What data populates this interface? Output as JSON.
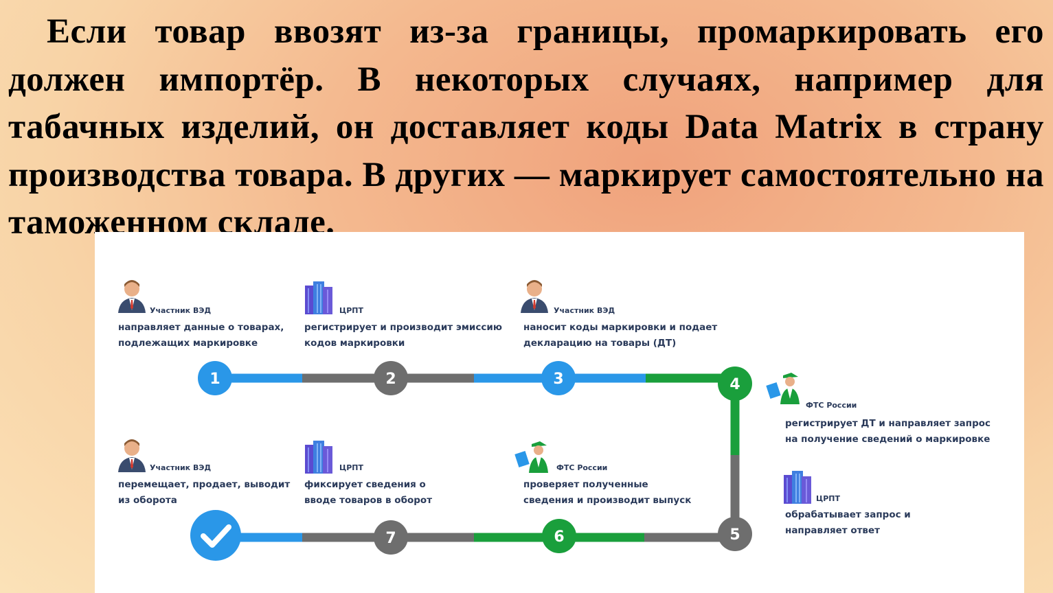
{
  "slide": {
    "paragraph": "Если товар ввозят из-за границы, промаркировать его должен импортёр. В некоторых случаях, например для табачных изделий, он доставляет коды Data Matrix в страну производства товара. В других — маркирует самостоятельно на таможенном складе."
  },
  "diagram": {
    "colors": {
      "blue": "#2a97e8",
      "gray": "#6e6e6e",
      "green": "#1a9f3c",
      "text": "#2a3a5a"
    },
    "steps": [
      {
        "number": "1",
        "color": "blue",
        "role": "Участник ВЭД",
        "icon": "person-icon",
        "text": "направляет данные о товарах,\nподлежащих маркировке"
      },
      {
        "number": "2",
        "color": "gray",
        "role": "ЦРПТ",
        "icon": "building-icon",
        "text": "регистрирует и производит эмиссию\nкодов маркировки"
      },
      {
        "number": "3",
        "color": "blue",
        "role": "Участник ВЭД",
        "icon": "person-icon",
        "text": "наносит коды маркировки и подает\nдекларацию на товары (ДТ)"
      },
      {
        "number": "4",
        "color": "green",
        "role": "ФТС России",
        "icon": "customs-officer-icon",
        "text": "регистрирует ДТ и направляет запрос\nна получение сведений о маркировке"
      },
      {
        "number": "5",
        "color": "gray",
        "role": "ЦРПТ",
        "icon": "building-icon",
        "text": "обрабатывает запрос и\nнаправляет ответ"
      },
      {
        "number": "6",
        "color": "green",
        "role": "ФТС России",
        "icon": "customs-officer-icon",
        "text": "проверяет полученные\nсведения и производит выпуск"
      },
      {
        "number": "7",
        "color": "gray",
        "role": "ЦРПТ",
        "icon": "building-icon",
        "text": "фиксирует сведения о\nвводе товаров в оборот"
      },
      {
        "number": "",
        "color": "blue",
        "role": "Участник ВЭД",
        "icon": "person-icon",
        "text": "перемещает, продает, выводит\nиз оборота",
        "final_icon": "checkmark-icon"
      }
    ]
  }
}
